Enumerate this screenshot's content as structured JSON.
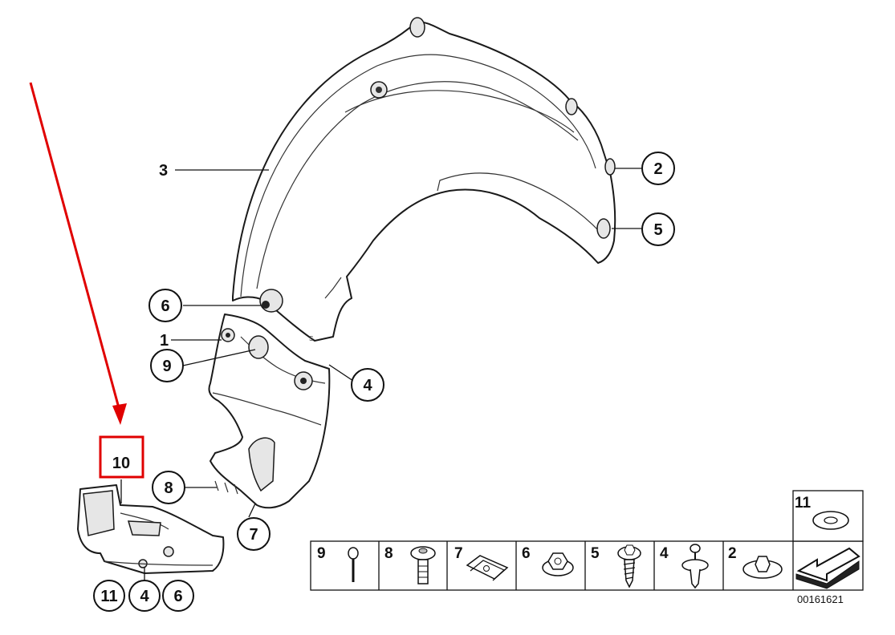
{
  "callouts": {
    "c1": "1",
    "c2": "2",
    "c3": "3",
    "c4": "4",
    "c5": "5",
    "c6_top": "6",
    "c7": "7",
    "c8": "8",
    "c9": "9",
    "c10": "10",
    "c11_bottom": "11",
    "c4_bottom": "4",
    "c6_bottom": "6"
  },
  "legend": {
    "cells": [
      "9",
      "8",
      "7",
      "6",
      "5",
      "4",
      "2"
    ],
    "extra_cell": "11"
  },
  "diagram_code": "00161621",
  "highlight_color": "#e00000"
}
